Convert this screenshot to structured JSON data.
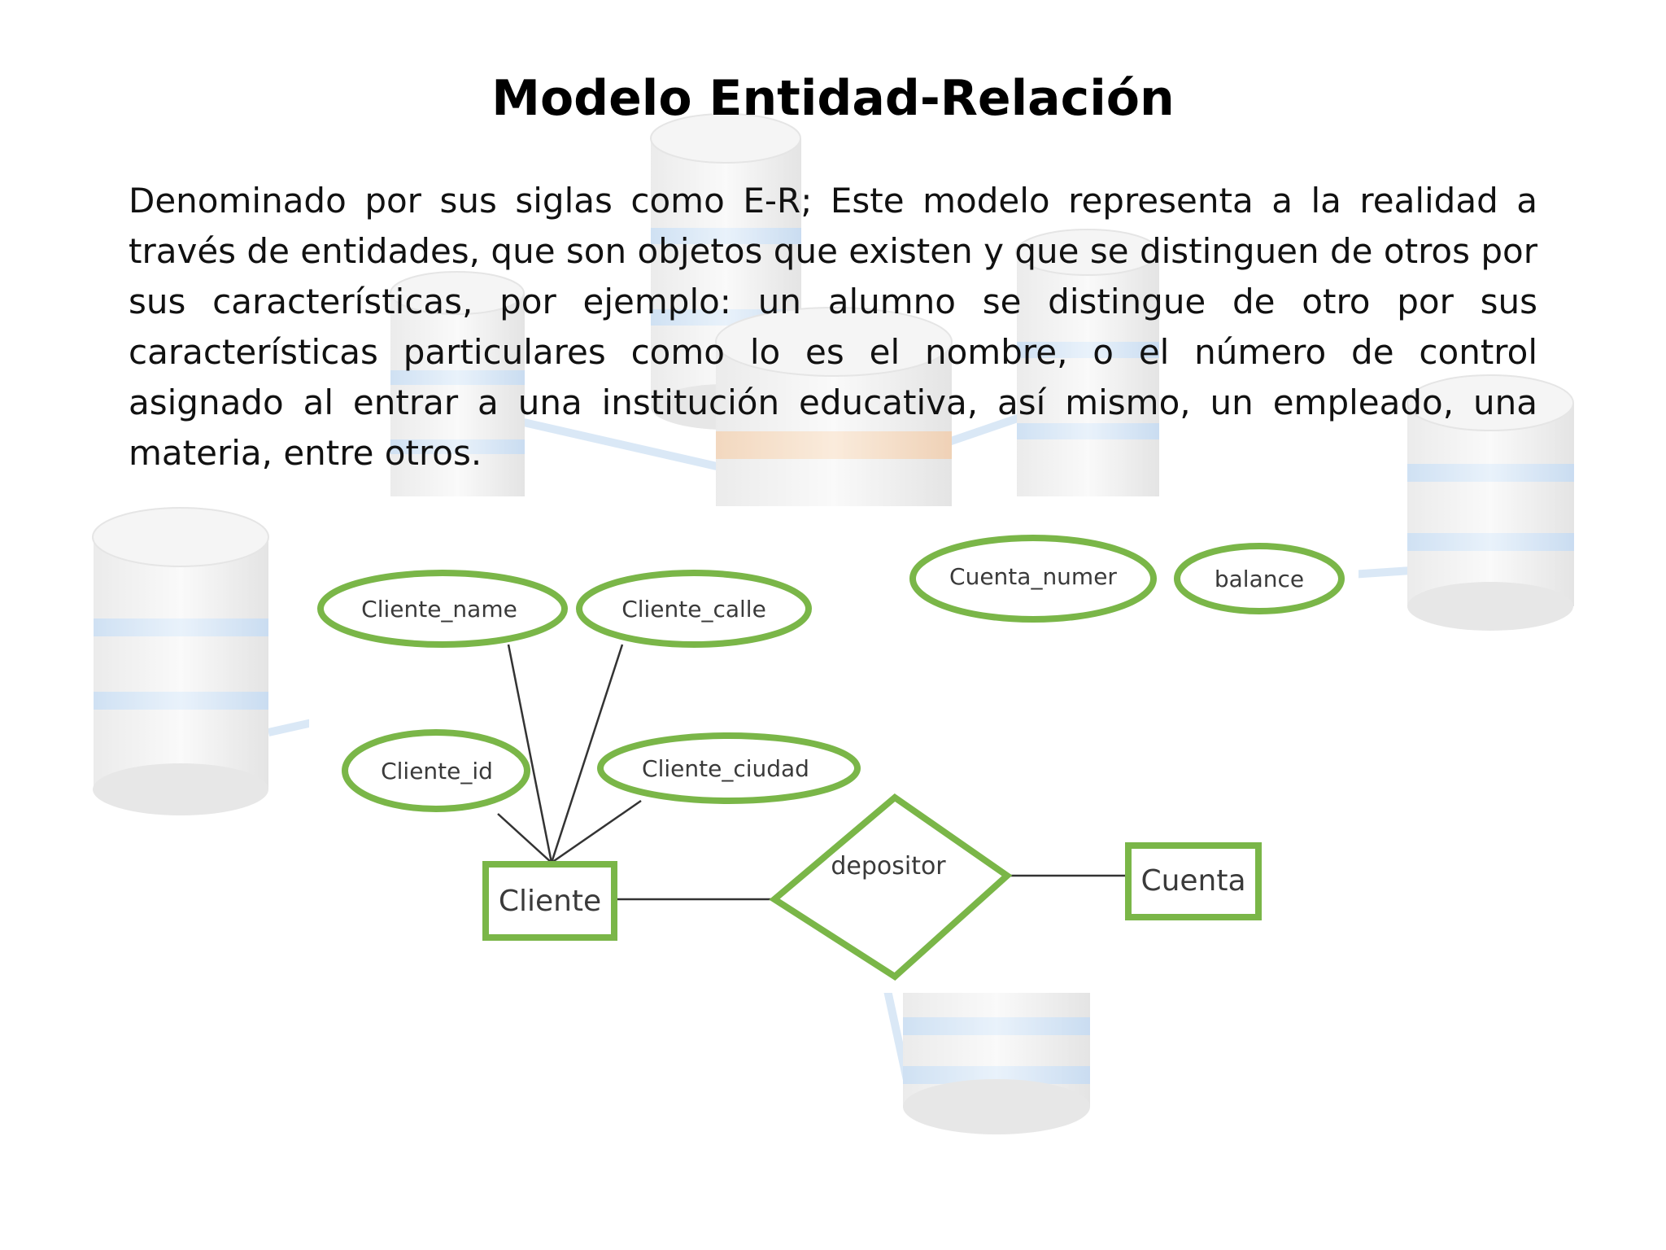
{
  "slide": {
    "title": "Modelo Entidad-Relación",
    "paragraph": "Denominado por sus siglas como E-R; Este modelo representa a la realidad a través de entidades, que son objetos que existen y que se distinguen de otros por sus características, por ejemplo: un alumno se distingue de otro por sus características particulares como lo es el nombre, o el número de control asignado al entrar a una institución educativa, así mismo, un empleado, una materia, entre otros."
  },
  "diagram": {
    "attributes": {
      "cliente_name": "Cliente_name",
      "cliente_calle": "Cliente_calle",
      "cliente_id": "Cliente_id",
      "cliente_ciudad": "Cliente_ciudad",
      "cuenta_numer": "Cuenta_numer",
      "balance": "balance"
    },
    "entities": {
      "cliente": "Cliente",
      "cuenta": "Cuenta"
    },
    "relationship": {
      "depositor": "depositor"
    },
    "colors": {
      "shape_stroke": "#7ab648",
      "connector": "#333333",
      "text": "#3a3a3a"
    }
  }
}
